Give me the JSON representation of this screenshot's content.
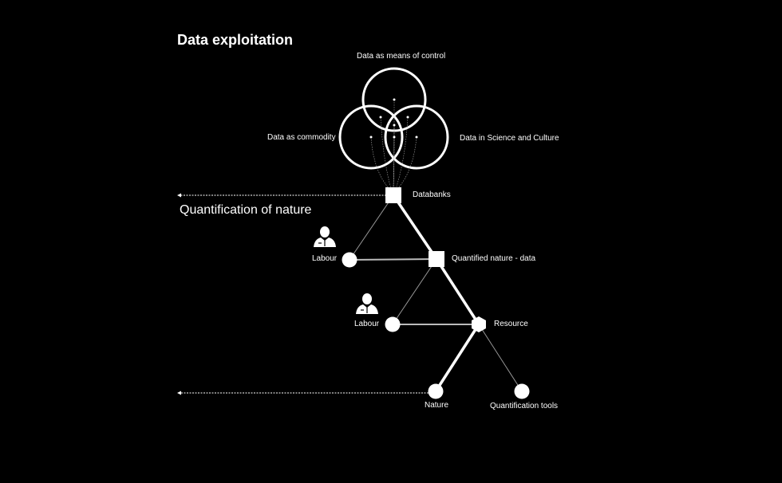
{
  "title": "Data exploitation",
  "subtitle": "Quantification of nature",
  "venn": {
    "top": "Data as means of control",
    "left": "Data as commodity",
    "right": "Data in Science and Culture"
  },
  "nodes": {
    "databanks": "Databanks",
    "quantified_nature": "Quantified nature - data",
    "labour_1": "Labour",
    "labour_2": "Labour",
    "resource": "Resource",
    "nature": "Nature",
    "quantification_tools": "Quantification tools"
  },
  "colors": {
    "background": "#000000",
    "foreground": "#ffffff"
  }
}
